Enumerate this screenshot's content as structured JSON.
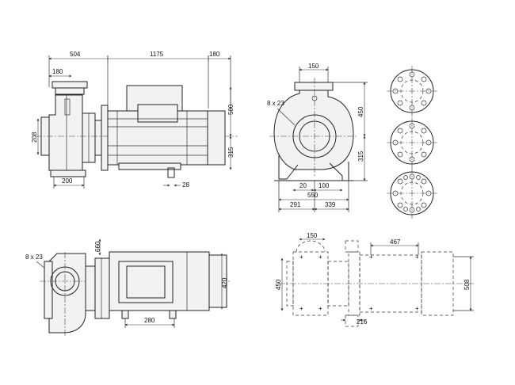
{
  "dimensions": {
    "side_view": {
      "top_1": "504",
      "top_2": "1175",
      "top_3": "180",
      "flange_top": "180",
      "left_height": "208",
      "right_height_1": "500",
      "right_height_2": "315",
      "bottom_1": "200",
      "bottom_2": "28"
    },
    "front_view": {
      "top": "150",
      "holes": "8 x 23",
      "height_1": "450",
      "height_2": "315",
      "bottom_1": "20",
      "bottom_2": "100",
      "bottom_3": "550",
      "bottom_4": "291",
      "bottom_5": "339"
    },
    "top_view": {
      "holes": "8 x 23",
      "side": "660",
      "height": "420",
      "bottom": "280"
    },
    "base_view": {
      "top_1": "150",
      "top_2": "467",
      "left": "450",
      "right": "508",
      "bottom": "216"
    }
  }
}
